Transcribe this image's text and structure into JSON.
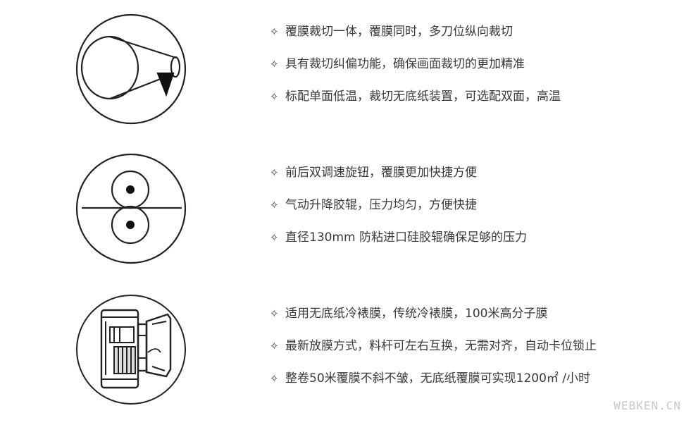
{
  "sections": [
    {
      "icon": "film-roll-cutter-icon",
      "items": [
        "覆膜裁切一体，覆膜同时，多刀位纵向裁切",
        "具有裁切纠偏功能，确保画面裁切的更加精准",
        "标配单面低温，裁切无底纸装置，可选配双面，高温"
      ]
    },
    {
      "icon": "pressure-rollers-icon",
      "items": [
        "前后双调速旋钮，覆膜更加快捷方便",
        "气动升降胶辊，压力均匀，方便快捷",
        "直径130mm 防粘进口硅胶辊确保足够的压力"
      ]
    },
    {
      "icon": "film-loading-mechanism-icon",
      "items": [
        "适用无底纸冷裱膜，传统冷裱膜，100米高分子膜",
        "最新放膜方式，料杆可左右互换，无需对齐，自动卡位锁止",
        "整卷50米覆膜不斜不皱，无底纸覆膜可实现1200㎡ /小时"
      ]
    }
  ],
  "bullet": "✧",
  "watermark": "WEBKEN.CN"
}
